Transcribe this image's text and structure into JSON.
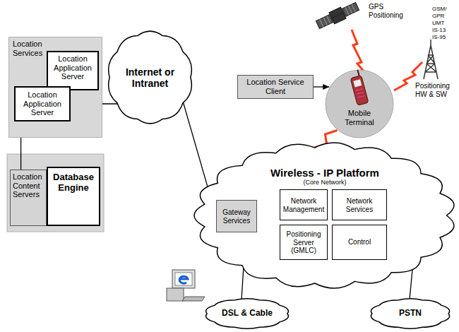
{
  "diagram": {
    "nodes": [
      {
        "text": [
          "Location Services"
        ]
      },
      {
        "text": [
          "Location Application Server"
        ],
        "in": 0
      },
      {
        "text": [
          "Location Application Server"
        ],
        "in": 0
      },
      {
        "text": [
          "Location Content Servers"
        ]
      },
      {
        "text": [
          "Database Engine"
        ]
      },
      {
        "text": [
          "Internet or Intranet"
        ]
      },
      {
        "text": [
          "Wireless - IP Platform",
          "(Core Network)"
        ]
      },
      {
        "text": [
          "Gateway Services"
        ],
        "in": 6
      },
      {
        "text": [
          "Network Management"
        ],
        "in": 6
      },
      {
        "text": [
          "Network Services"
        ],
        "in": 6
      },
      {
        "text": [
          "Positioning Server (GMLC)"
        ],
        "in": 6
      },
      {
        "text": [
          "Control"
        ],
        "in": 6
      },
      {
        "text": [
          "Location Service Client"
        ]
      },
      {
        "text": [
          "Mobile Terminal"
        ]
      },
      {
        "text": [
          "DSL & Cable"
        ]
      },
      {
        "text": [
          "PSTN"
        ]
      }
    ],
    "edges": [
      {
        "from": 12,
        "to": 13,
        "arrow": "to"
      },
      {
        "from": 2,
        "to": 5,
        "arrow": "none"
      },
      {
        "from": 5,
        "to": 7,
        "arrow": "none"
      },
      {
        "from": 2,
        "to": 3,
        "arrow": "none"
      },
      {
        "from": 13,
        "to": 6,
        "arrow": "none"
      },
      {
        "from": 6,
        "to": 14,
        "arrow": "none"
      },
      {
        "from": 6,
        "to": 15,
        "arrow": "none"
      }
    ],
    "labels": [
      "GPS Positioning",
      "GSM/",
      "GPR",
      "UMT",
      "IS-13",
      "IS-95",
      "Positioning HW & SW"
    ]
  }
}
